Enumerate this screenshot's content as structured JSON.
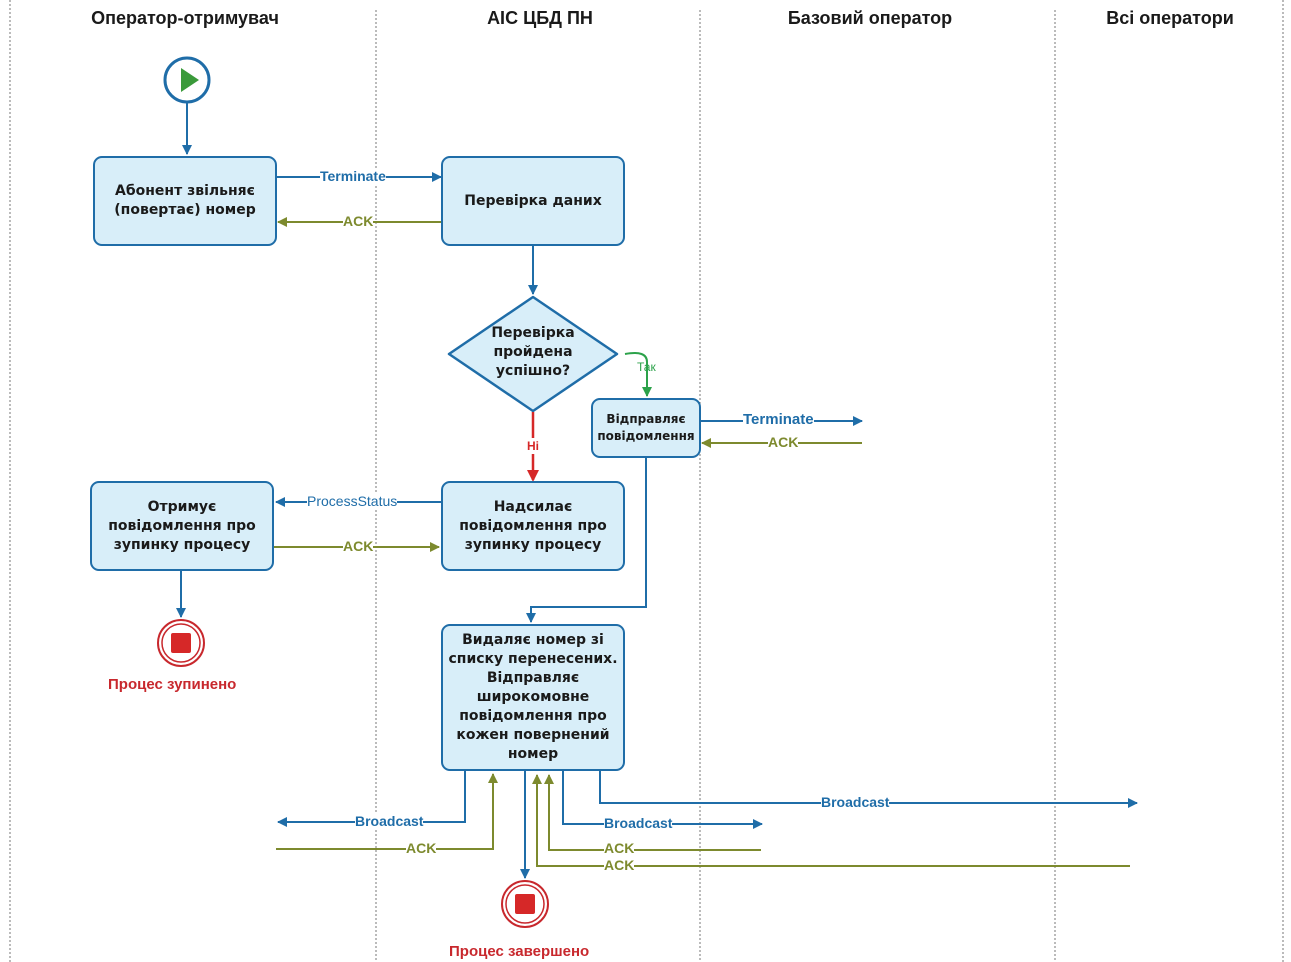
{
  "lanes": [
    "Оператор-отримувач",
    "АІС ЦБД ПН",
    "Базовий оператор",
    "Всі оператори"
  ],
  "nodes": {
    "abonent": "Абонент звільняє (повертає) номер",
    "check": "Перевірка даних",
    "decision": "Перевірка пройдена успішно?",
    "send_msg": "Відправляє повідомлення",
    "notify_stop": "Надсилає повідомлення про зупинку процесу",
    "receive_stop": "Отримує повідомлення про зупинку процесу",
    "delete": "Видаляє номер зі списку перенесених. Відправляє широкомовне повідомлення про кожен повернений номер"
  },
  "edge_labels": {
    "terminate_1": "Terminate",
    "ack_1": "ACK",
    "yes": "Так",
    "no": "Ні",
    "terminate_2": "Terminate",
    "ack_2": "ACK",
    "process_status": "ProcessStatus",
    "ack_3": "ACK",
    "broadcast_left": "Broadcast",
    "ack_left": "ACK",
    "broadcast_mid": "Broadcast",
    "ack_mid_1": "ACK",
    "ack_mid_2": "ACK",
    "broadcast_right": "Broadcast"
  },
  "end_labels": {
    "stopped": "Процес зупинено",
    "finished": "Процес завершено"
  },
  "colors": {
    "flow": "#1f6da8",
    "ack": "#7d8a2e",
    "yes": "#2ca24a",
    "no": "#d62828",
    "start": "#3a9a3a",
    "end": "#c8282d"
  }
}
